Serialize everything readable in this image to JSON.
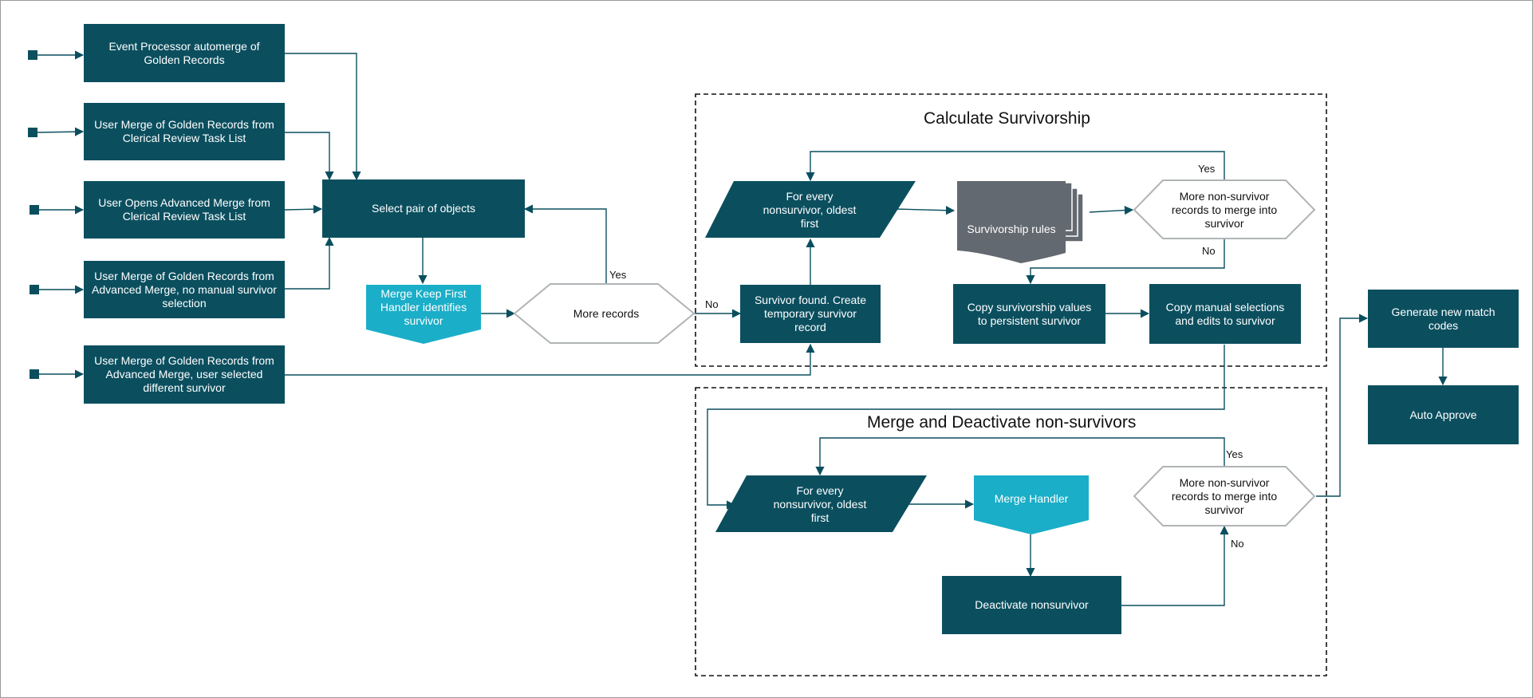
{
  "sources": {
    "s1": "Event Processor automerge of Golden Records",
    "s2": "User Merge of Golden Records from Clerical Review Task List",
    "s3": "User Opens Advanced Merge from Clerical Review Task List",
    "s4": "User Merge of Golden Records from Advanced Merge, no manual survivor selection",
    "s5": "User Merge of Golden Records from Advanced Merge, user selected different survivor"
  },
  "main": {
    "select_pair": "Select pair of objects",
    "merge_keep_first": "Merge Keep First Handler identifies survivor",
    "more_records": "More records",
    "yes": "Yes",
    "no": "No"
  },
  "calc": {
    "title": "Calculate Survivorship",
    "for_every": "For every nonsurvivor, oldest first",
    "rules": "Survivorship rules",
    "more_nonsurv": "More non-survivor records to merge into survivor",
    "yes": "Yes",
    "no": "No",
    "survivor_found": "Survivor found. Create temporary survivor record",
    "copy_values": "Copy survivorship values to persistent survivor",
    "copy_manual": "Copy manual selections and edits to survivor"
  },
  "merge": {
    "title": "Merge and Deactivate non-survivors",
    "for_every": "For every nonsurvivor, oldest first",
    "merge_handler": "Merge Handler",
    "more_nonsurv": "More non-survivor records to merge into survivor",
    "yes": "Yes",
    "no": "No",
    "deactivate": "Deactivate nonsurvivor"
  },
  "final": {
    "generate": "Generate new match codes",
    "auto_approve": "Auto Approve"
  },
  "colors": {
    "dark_teal": "#0b4f5f",
    "cyan": "#1aaec8",
    "gray": "#636970",
    "hex_stroke": "#b0b4b6"
  }
}
